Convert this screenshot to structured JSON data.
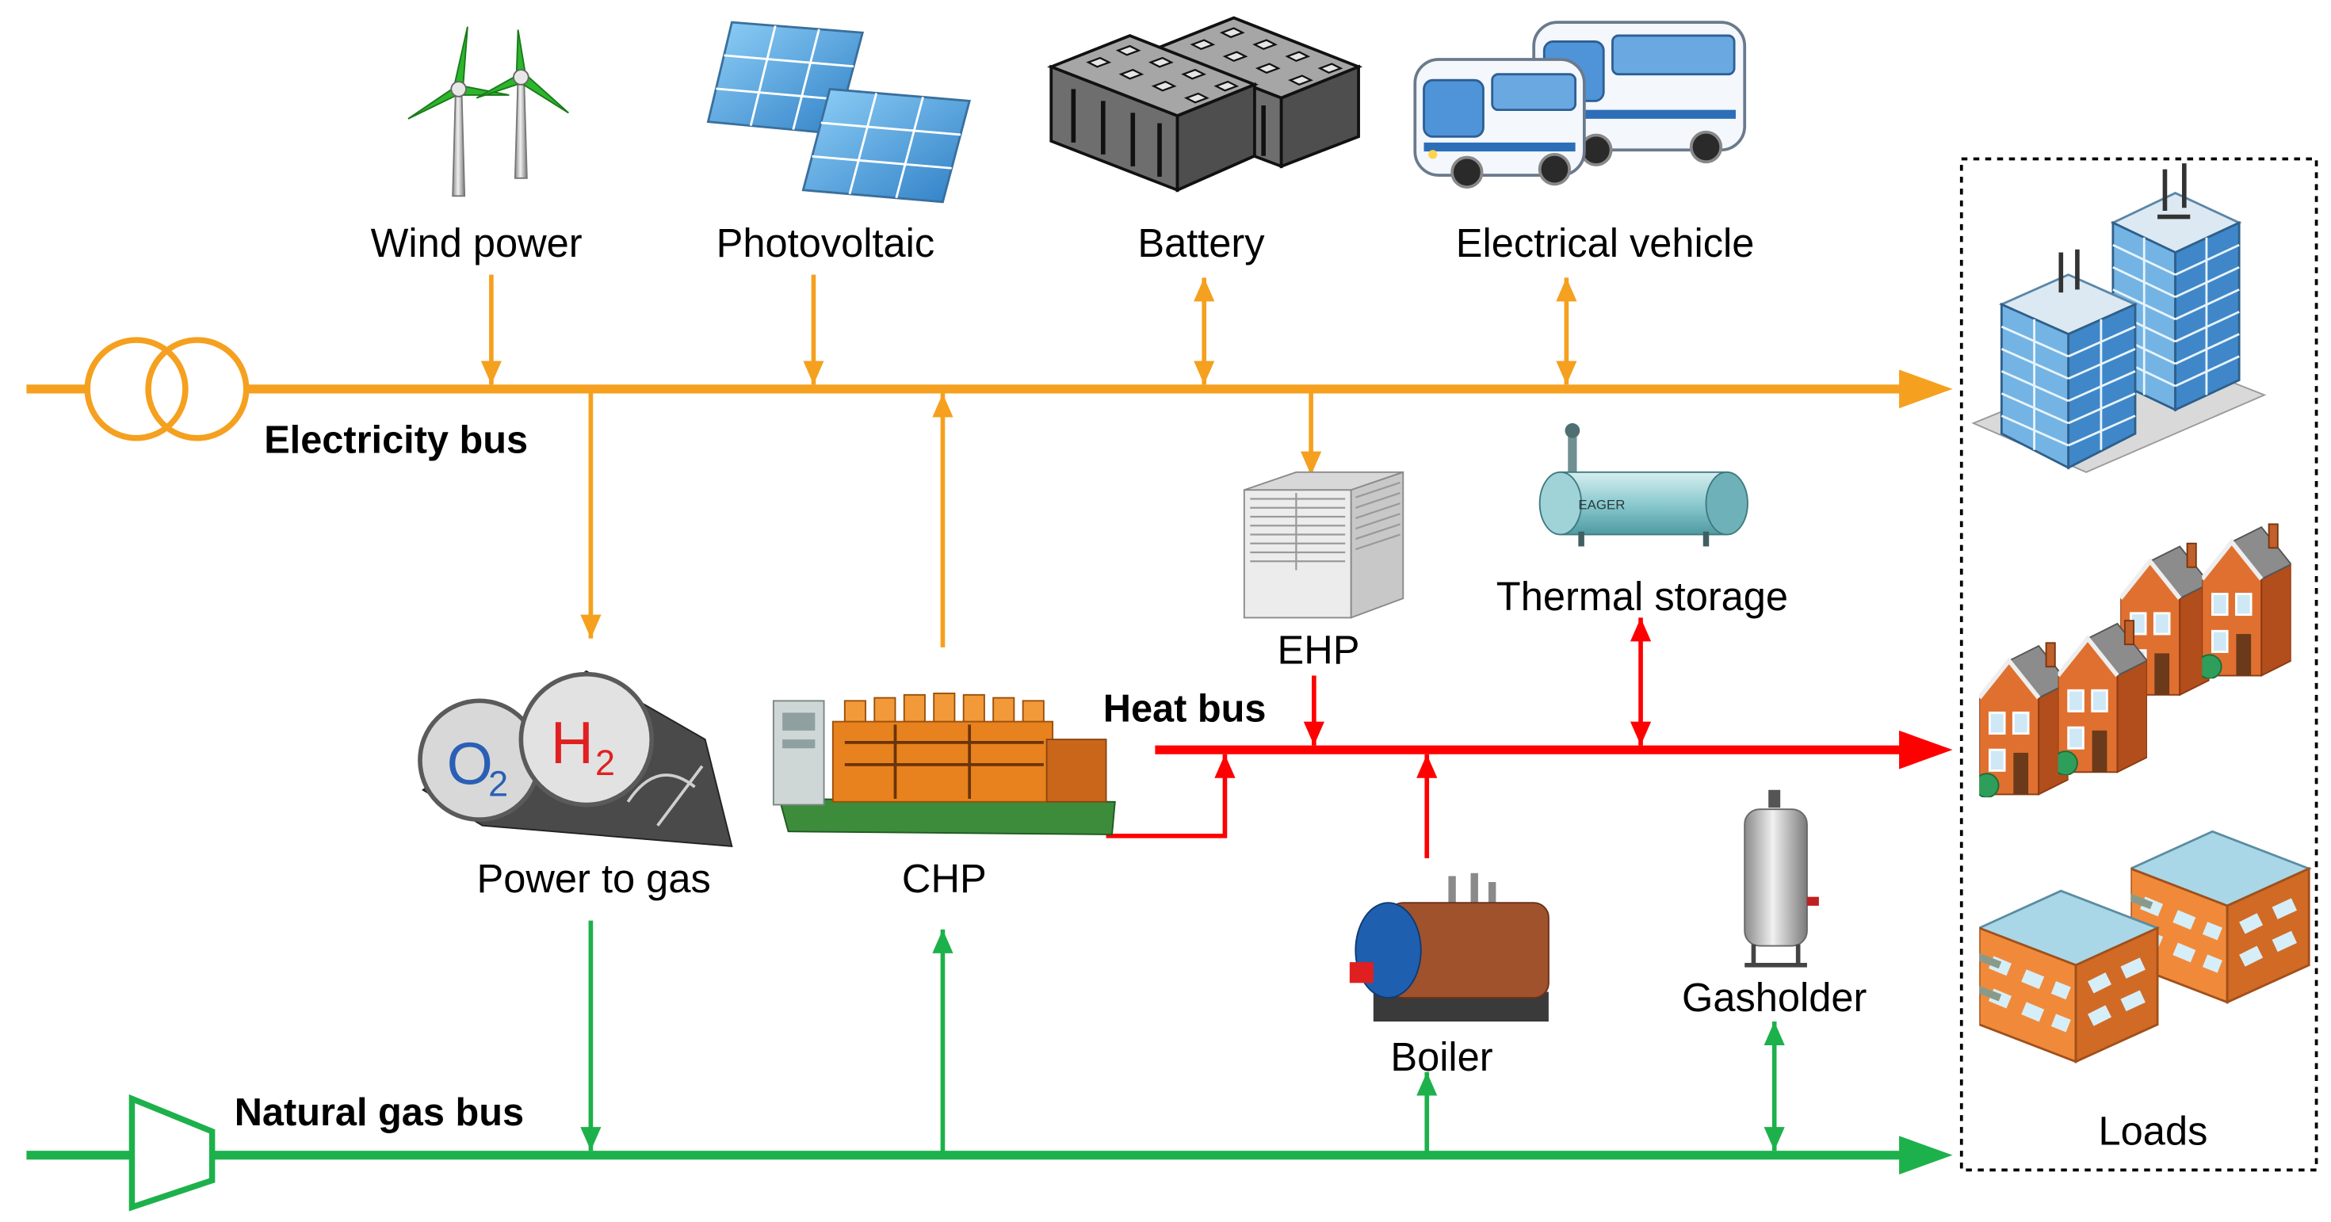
{
  "sources": {
    "wind": "Wind power",
    "pv": "Photovoltaic",
    "battery": "Battery",
    "ev": "Electrical vehicle"
  },
  "buses": {
    "electricity": "Electricity bus",
    "heat": "Heat bus",
    "gas": "Natural gas bus"
  },
  "devices": {
    "ehp": "EHP",
    "thermal_storage": "Thermal storage",
    "thermal_storage_tank_text": "EAGER",
    "p2g": "Power to gas",
    "p2g_tanks": {
      "o2_symbol": "O",
      "o2_subscript": "2",
      "h2_symbol": "H",
      "h2_subscript": "2"
    },
    "chp": "CHP",
    "boiler": "Boiler",
    "gasholder": "Gasholder"
  },
  "loads": {
    "label": "Loads"
  },
  "colors": {
    "electricity": "#F5A01E",
    "heat": "#FF0000",
    "gas": "#1DB14B"
  }
}
